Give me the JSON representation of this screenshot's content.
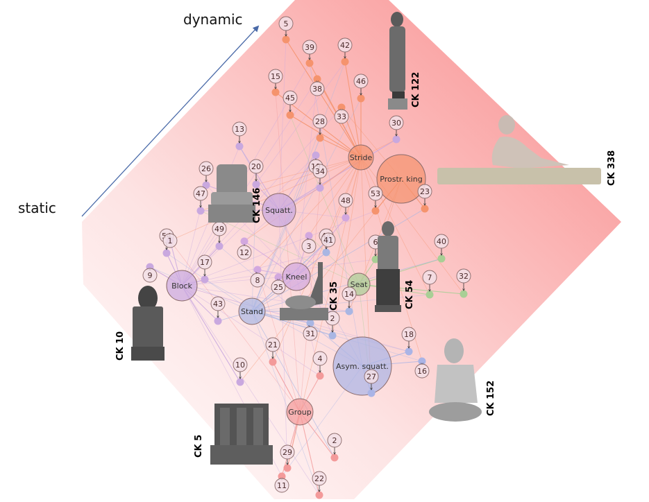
{
  "axis": {
    "start_label": "static",
    "end_label": "dynamic",
    "arrow_color": "#4a6aa8"
  },
  "colors": {
    "stride": "#f5936d",
    "group": "#f39a9a",
    "squatt": "#c9a8df",
    "block": "#c9a8df",
    "kneel": "#d2a8df",
    "stand": "#a9b6e3",
    "asym": "#aab4e6",
    "seat": "#a9cf95",
    "prostr": "#f5936d",
    "background_gradient_start": "#ffffff",
    "background_gradient_end": "#f98a8a"
  },
  "categories": [
    {
      "id": "stride",
      "label": "Stride",
      "color_key": "stride"
    },
    {
      "id": "prostr",
      "label": "Prostr. king",
      "color_key": "prostr"
    },
    {
      "id": "squatt",
      "label": "Squatt.",
      "color_key": "squatt"
    },
    {
      "id": "block",
      "label": "Block",
      "color_key": "block"
    },
    {
      "id": "kneel",
      "label": "Kneel",
      "color_key": "kneel"
    },
    {
      "id": "seat",
      "label": "Seat",
      "color_key": "seat"
    },
    {
      "id": "stand",
      "label": "Stand",
      "color_key": "stand"
    },
    {
      "id": "asym",
      "label": "Asym. squatt.",
      "color_key": "asym"
    },
    {
      "id": "group",
      "label": "Group",
      "color_key": "group"
    }
  ],
  "items": [
    {
      "label": "5",
      "cat": "stride"
    },
    {
      "label": "39",
      "cat": "stride"
    },
    {
      "label": "42",
      "cat": "stride"
    },
    {
      "label": "15",
      "cat": "stride"
    },
    {
      "label": "38",
      "cat": "stride"
    },
    {
      "label": "46",
      "cat": "stride"
    },
    {
      "label": "45",
      "cat": "stride"
    },
    {
      "label": "33",
      "cat": "stride"
    },
    {
      "label": "28",
      "cat": "stride"
    },
    {
      "label": "30",
      "cat": "squatt"
    },
    {
      "label": "13",
      "cat": "squatt"
    },
    {
      "label": "19",
      "cat": "squatt"
    },
    {
      "label": "34",
      "cat": "squatt"
    },
    {
      "label": "26",
      "cat": "squatt"
    },
    {
      "label": "20",
      "cat": "squatt"
    },
    {
      "label": "47",
      "cat": "squatt"
    },
    {
      "label": "53",
      "cat": "prostr"
    },
    {
      "label": "23",
      "cat": "prostr"
    },
    {
      "label": "48",
      "cat": "kneel"
    },
    {
      "label": "49",
      "cat": "block"
    },
    {
      "label": "54",
      "cat": "block"
    },
    {
      "label": "1",
      "cat": "block"
    },
    {
      "label": "44",
      "cat": "stand"
    },
    {
      "label": "41",
      "cat": "stand"
    },
    {
      "label": "3",
      "cat": "kneel"
    },
    {
      "label": "6",
      "cat": "seat"
    },
    {
      "label": "40",
      "cat": "seat"
    },
    {
      "label": "12",
      "cat": "kneel"
    },
    {
      "label": "17",
      "cat": "block"
    },
    {
      "label": "9",
      "cat": "block"
    },
    {
      "label": "8",
      "cat": "kneel"
    },
    {
      "label": "25",
      "cat": "kneel"
    },
    {
      "label": "7",
      "cat": "seat"
    },
    {
      "label": "32",
      "cat": "seat"
    },
    {
      "label": "14",
      "cat": "stand"
    },
    {
      "label": "43",
      "cat": "block"
    },
    {
      "label": "2",
      "cat": "stand"
    },
    {
      "label": "31",
      "cat": "stand"
    },
    {
      "label": "18",
      "cat": "asym"
    },
    {
      "label": "21",
      "cat": "group"
    },
    {
      "label": "4",
      "cat": "group"
    },
    {
      "label": "16",
      "cat": "asym"
    },
    {
      "label": "27",
      "cat": "asym"
    },
    {
      "label": "10",
      "cat": "block"
    },
    {
      "label": "2",
      "cat": "group"
    },
    {
      "label": "29",
      "cat": "group"
    },
    {
      "label": "11",
      "cat": "group"
    },
    {
      "label": "22",
      "cat": "group"
    }
  ],
  "statues": [
    {
      "label": "CK 122"
    },
    {
      "label": "CK 338"
    },
    {
      "label": "CK 146"
    },
    {
      "label": "CK 54"
    },
    {
      "label": "CK 35"
    },
    {
      "label": "CK 10"
    },
    {
      "label": "CK 152"
    },
    {
      "label": "CK 5"
    }
  ]
}
